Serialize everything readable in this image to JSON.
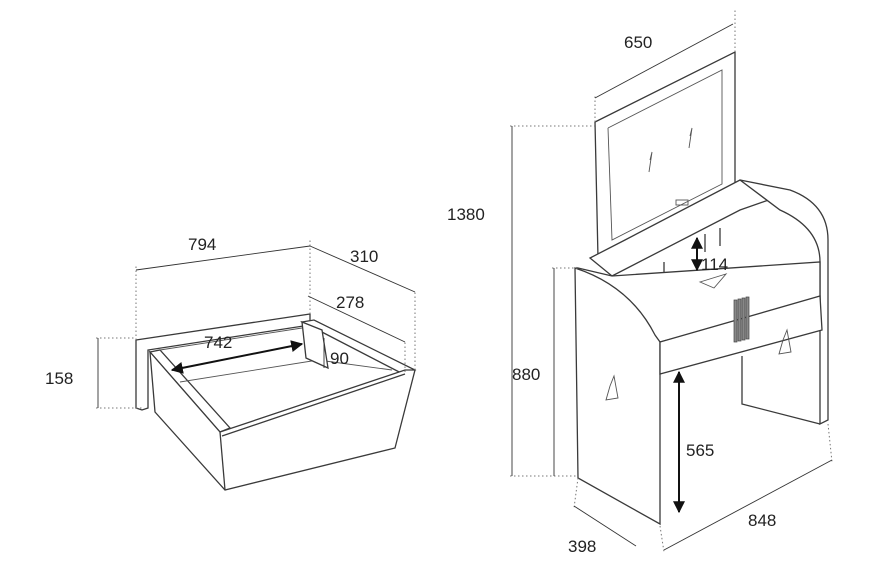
{
  "drawer": {
    "dim_width": "794",
    "dim_depth": "310",
    "dim_inner_depth": "278",
    "dim_inner_width": "742",
    "dim_inner_height": "90",
    "dim_height": "158"
  },
  "table": {
    "dim_mirror_width": "650",
    "dim_total_height": "1380",
    "dim_shelf_gap": "114",
    "dim_table_height": "880",
    "dim_knee_height": "565",
    "dim_width": "848",
    "dim_depth": "398"
  }
}
